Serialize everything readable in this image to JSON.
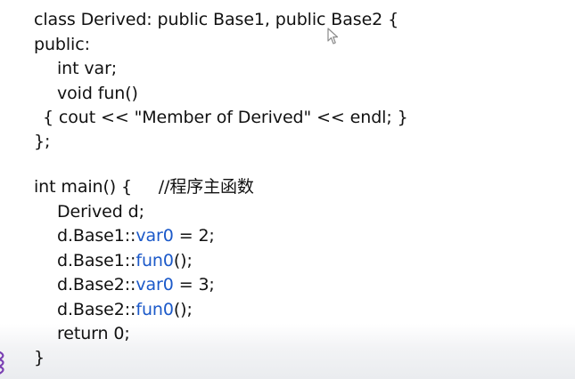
{
  "colors": {
    "background": "#ffffff",
    "text": "#111111",
    "accent_blue": "#1b59c9",
    "bottom_band": "#eaecef",
    "edge_glyph": "#7a3fb3"
  },
  "code": {
    "l1": "class Derived: public Base1, public Base2 {",
    "l2": "public:",
    "l3": "int var;",
    "l4": "void fun()",
    "l5": "{ cout << \"Member of Derived\" << endl; }",
    "l6": "};",
    "l7": "int main() {     //程序主函数",
    "l8": "Derived d;",
    "l9_prefix": "d.Base1::",
    "l9_member": "var0",
    "l9_suffix": " = 2;",
    "l10_prefix": "d.Base1::",
    "l10_member": "fun0",
    "l10_suffix": "();",
    "l11_prefix": "d.Base2::",
    "l11_member": "var0",
    "l11_suffix": " = 3;",
    "l12_prefix": "d.Base2::",
    "l12_member": "fun0",
    "l12_suffix": "();",
    "l13": "return 0;",
    "l14": "}"
  },
  "icons": {
    "cursor": "mouse-pointer-icon",
    "edge": "decorative-edge-icon"
  }
}
